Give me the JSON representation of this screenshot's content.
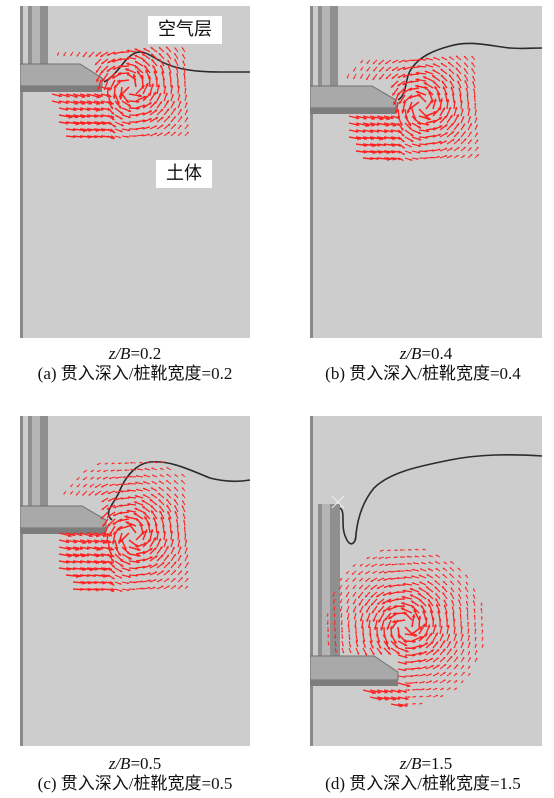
{
  "labels": {
    "air_layer": "空气层",
    "soil": "土体"
  },
  "panels": [
    {
      "id": "a",
      "ratio_var": "z/B",
      "ratio_value": "=0.2",
      "caption": "(a) 贯入深入/桩靴宽度=0.2"
    },
    {
      "id": "b",
      "ratio_var": "z/B",
      "ratio_value": "=0.4",
      "caption": "(b) 贯入深入/桩靴宽度=0.4"
    },
    {
      "id": "c",
      "ratio_var": "z/B",
      "ratio_value": "=0.5",
      "caption": "(c) 贯入深入/桩靴宽度=0.5"
    },
    {
      "id": "d",
      "ratio_var": "z/B",
      "ratio_value": "=1.5",
      "caption": "(d) 贯入深入/桩靴宽度=1.5"
    }
  ],
  "colors": {
    "background": "#cdcdcd",
    "arrows": "#ff2020",
    "surface": "#2b2b2b",
    "spudcan": "#9a9a9a"
  }
}
